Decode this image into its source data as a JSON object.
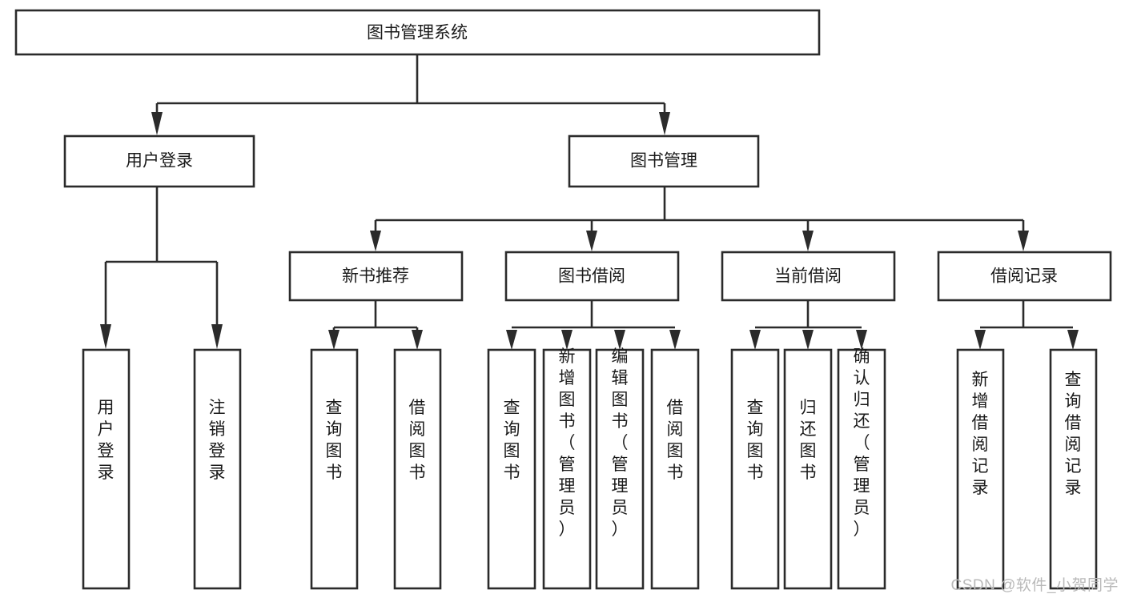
{
  "diagram": {
    "title": "图书管理系统",
    "type": "hierarchy-tree",
    "watermark": "CSDN @软件_小贺同学",
    "colors": {
      "stroke": "#2b2b2b",
      "fill": "#ffffff",
      "text": "#1a1a1a",
      "watermark": "#b9b9b9",
      "background": "#ffffff"
    },
    "levels": {
      "root": {
        "label": "图书管理系统"
      },
      "level2": [
        {
          "label": "用户登录"
        },
        {
          "label": "图书管理"
        }
      ],
      "level3": [
        {
          "label": "新书推荐"
        },
        {
          "label": "图书借阅"
        },
        {
          "label": "当前借阅"
        },
        {
          "label": "借阅记录"
        }
      ],
      "leaves": {
        "user_login": [
          {
            "label": "用户登录"
          },
          {
            "label": "注销登录"
          }
        ],
        "new_book_recommend": [
          {
            "label": "查询图书"
          },
          {
            "label": "借阅图书"
          }
        ],
        "book_borrow": [
          {
            "label": "查询图书"
          },
          {
            "label": "新增图书（管理员）"
          },
          {
            "label": "编辑图书（管理员）"
          },
          {
            "label": "借阅图书"
          }
        ],
        "current_borrow": [
          {
            "label": "查询图书"
          },
          {
            "label": "归还图书"
          },
          {
            "label": "确认归还（管理员）"
          }
        ],
        "borrow_record": [
          {
            "label": "新增借阅记录"
          },
          {
            "label": "查询借阅记录"
          }
        ]
      }
    }
  }
}
